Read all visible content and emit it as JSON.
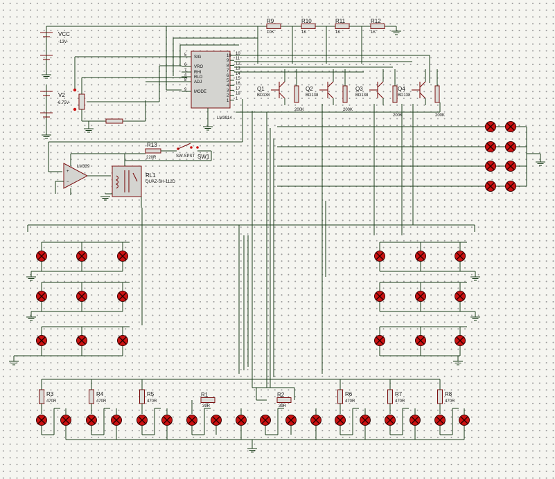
{
  "labels": {
    "vcc": "VCC",
    "vcc_value": "-13V-",
    "v2": "V2",
    "v2_value": "-6.75V-",
    "ic_name": "LM3914",
    "ic_pins_left": [
      "SIG",
      "VRO",
      "RHI",
      "RLO",
      "ADJ",
      "MODE"
    ],
    "ic_pin_nums_left": [
      "5",
      "6",
      "7",
      "4",
      "8",
      "9"
    ],
    "ic_pin_nums_right": [
      "10",
      "11",
      "12",
      "13",
      "14",
      "15",
      "16",
      "17",
      "18",
      "1"
    ],
    "ic_inner_right": [
      "1",
      "2",
      "3",
      "4",
      "5",
      "6",
      "7",
      "8",
      "9",
      "10"
    ],
    "opamp": "LM339",
    "relay": "RL1",
    "relay_model": "QUAZ-SH-112D",
    "r13": "R13",
    "r13_value": "220R",
    "switch_model": "SW-SPST",
    "switch": "SW1",
    "top_resistors": [
      {
        "name": "R9",
        "value": "10K"
      },
      {
        "name": "R10",
        "value": "1K"
      },
      {
        "name": "R11",
        "value": "1K"
      },
      {
        "name": "R12",
        "value": "1K"
      }
    ],
    "transistors": [
      {
        "name": "Q1",
        "model": "BD138",
        "pot": "200K"
      },
      {
        "name": "Q2",
        "model": "BD138",
        "pot": "200K"
      },
      {
        "name": "Q3",
        "model": "BD138",
        "pot": "200K"
      },
      {
        "name": "Q4",
        "model": "BD138",
        "pot": "200K"
      }
    ],
    "bottom_resistors": [
      {
        "name": "R3",
        "value": "470R"
      },
      {
        "name": "R4",
        "value": "470R"
      },
      {
        "name": "R5",
        "value": "470R"
      },
      {
        "name": "R1",
        "value": "39R"
      },
      {
        "name": "R2",
        "value": "39R"
      },
      {
        "name": "R6",
        "value": "470R"
      },
      {
        "name": "R7",
        "value": "470R"
      },
      {
        "name": "R8",
        "value": "470R"
      }
    ]
  }
}
